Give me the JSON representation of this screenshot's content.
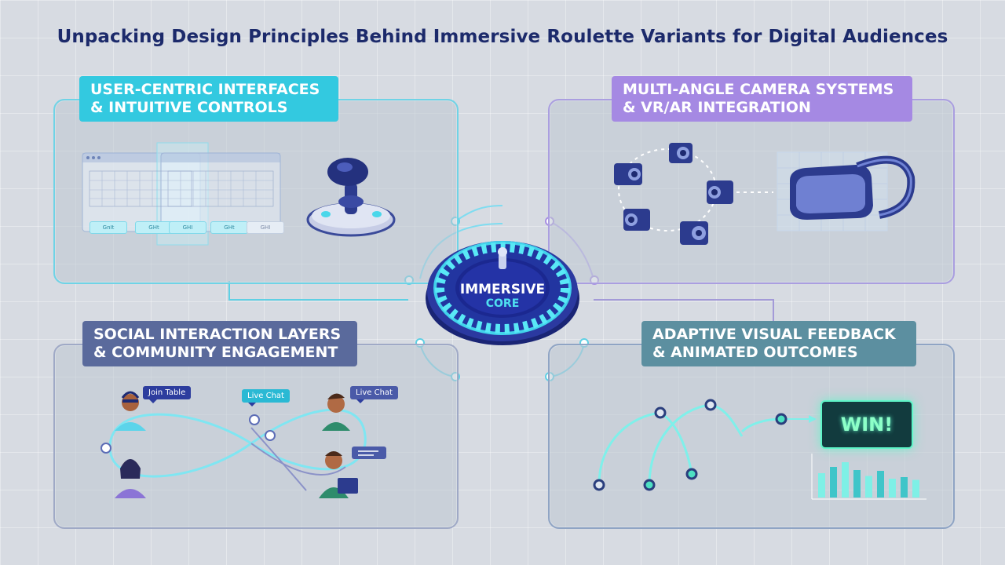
{
  "title": "Unpacking Design Principles Behind Immersive Roulette Variants for Digital Audiences",
  "core": {
    "line1": "IMMERSIVE",
    "line2": "CORE"
  },
  "panels": {
    "top_left": {
      "label_line1": "User-Centric Interfaces",
      "label_line2": "& Intuitive Controls",
      "buttons": [
        "GnIt",
        "GHt",
        "GHI",
        "GHt",
        "GHI"
      ]
    },
    "top_right": {
      "label_line1": "Multi-Angle Camera Systems",
      "label_line2": "& VR/AR Integration"
    },
    "bottom_left": {
      "label_line1": "Social Interaction Layers",
      "label_line2": "& Community Engagement",
      "chips": [
        "Join Table",
        "Live Chat",
        "Live Chat"
      ]
    },
    "bottom_right": {
      "label_line1": "Adaptive Visual Feedback",
      "label_line2": "& Animated Outcomes",
      "win_text": "WIN!",
      "bar_levels": [
        0.62,
        0.78,
        0.9,
        0.7,
        0.55,
        0.68,
        0.48,
        0.52,
        0.45
      ]
    }
  },
  "colors": {
    "title": "#1c2a6b",
    "cyan": "#33c9e0",
    "purple": "#a589e3",
    "navy": "#5a6a9c",
    "teal": "#5c8fa0",
    "accent_green": "#5ff5c8"
  },
  "icons": [
    "joystick-icon",
    "camera-icon",
    "vr-headset-icon",
    "roulette-wheel-icon",
    "user-avatar-icon",
    "chat-bubble-icon",
    "bar-chart-icon"
  ]
}
